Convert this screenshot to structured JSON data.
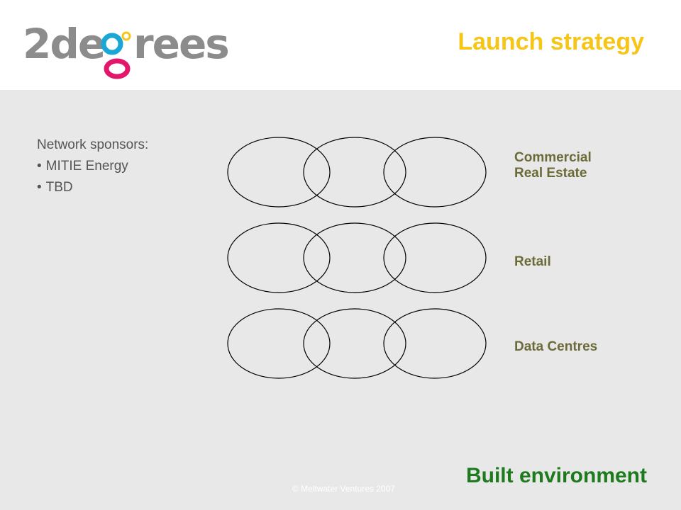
{
  "logo": {
    "text": "2degrees",
    "colors": {
      "text": "#8c8c8c",
      "accent_o": "#f5c518",
      "accent_g_upper": "#1aa7d6",
      "accent_g_lower": "#e2176a"
    }
  },
  "title": "Launch strategy",
  "sponsors": {
    "heading": "Network sponsors:",
    "items": [
      "MITIE Energy",
      "TBD"
    ]
  },
  "segments": [
    {
      "label": "Commercial\nReal Estate"
    },
    {
      "label": "Retail"
    },
    {
      "label": "Data Centres"
    }
  ],
  "footer_title": "Built environment",
  "copyright": "© Meltwater Ventures 2007",
  "colors": {
    "title": "#f5c518",
    "segment_label": "#6b6b3a",
    "footer_title": "#1d7a1d",
    "content_background": "#e8e8e8"
  }
}
